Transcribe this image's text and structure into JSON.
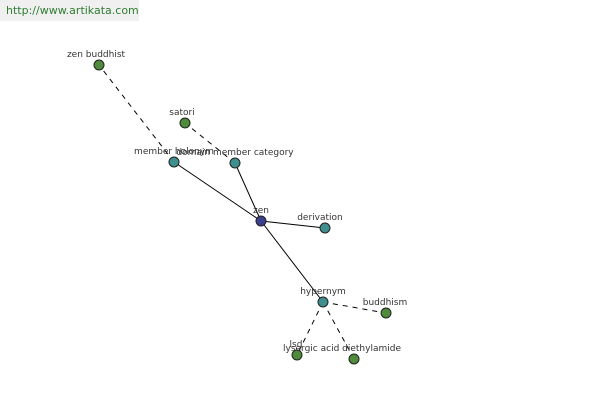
{
  "watermark": {
    "text": "http://www.artikata.com",
    "color": "#2e7d32"
  },
  "colors": {
    "center": "#3b3f8c",
    "relation": "#3f8f8f",
    "word": "#4e8b3a"
  },
  "nodes": [
    {
      "id": "zen",
      "label": "zen",
      "kind": "center"
    },
    {
      "id": "member-holonym",
      "label": "member holonym",
      "kind": "relation"
    },
    {
      "id": "domain-member-category",
      "label": "domain member category",
      "kind": "relation"
    },
    {
      "id": "derivation",
      "label": "derivation",
      "kind": "relation"
    },
    {
      "id": "hypernym",
      "label": "hypernym",
      "kind": "relation"
    },
    {
      "id": "zen-buddhist",
      "label": "zen buddhist",
      "kind": "word"
    },
    {
      "id": "satori",
      "label": "satori",
      "kind": "word"
    },
    {
      "id": "buddhism",
      "label": "buddhism",
      "kind": "word"
    },
    {
      "id": "lsd",
      "label": "lsd",
      "kind": "word"
    },
    {
      "id": "lysergic-acid-diethylamide",
      "label": "lysergic acid diethylamide",
      "kind": "word"
    }
  ],
  "edges": [
    {
      "from": "zen",
      "to": "member-holonym",
      "style": "solid"
    },
    {
      "from": "zen",
      "to": "domain-member-category",
      "style": "solid"
    },
    {
      "from": "zen",
      "to": "derivation",
      "style": "solid"
    },
    {
      "from": "zen",
      "to": "hypernym",
      "style": "solid"
    },
    {
      "from": "member-holonym",
      "to": "zen-buddhist",
      "style": "dashed"
    },
    {
      "from": "domain-member-category",
      "to": "satori",
      "style": "dashed"
    },
    {
      "from": "hypernym",
      "to": "buddhism",
      "style": "dashed"
    },
    {
      "from": "hypernym",
      "to": "lsd",
      "style": "dashed"
    },
    {
      "from": "hypernym",
      "to": "lysergic-acid-diethylamide",
      "style": "dashed"
    }
  ]
}
